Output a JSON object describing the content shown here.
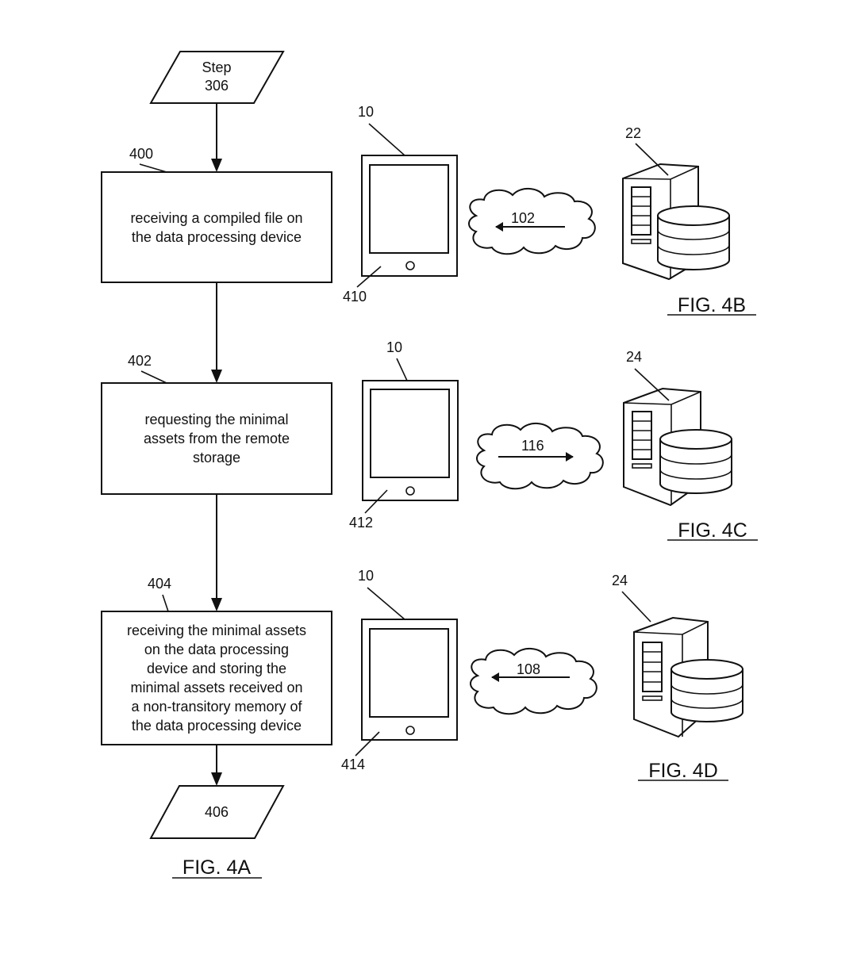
{
  "flowchart": {
    "title": "FIG. 4A",
    "start": {
      "lines": [
        "Step",
        "306"
      ]
    },
    "steps": [
      {
        "ref": "400",
        "lines": [
          "receiving a compiled file on",
          "the data processing device"
        ]
      },
      {
        "ref": "402",
        "lines": [
          "requesting the minimal",
          "assets from the remote",
          "storage"
        ]
      },
      {
        "ref": "404",
        "lines": [
          "receiving the minimal assets",
          "on the data processing",
          "device and storing the",
          "minimal assets received on",
          "a non-transitory memory of",
          "the data processing device"
        ]
      }
    ],
    "end": {
      "lines": [
        "406"
      ]
    }
  },
  "figures": [
    {
      "title": "FIG. 4B",
      "device_ref": "10",
      "screen_ref": "410",
      "network_ref": "102",
      "server_ref": "22",
      "arrow_direction": "to-device"
    },
    {
      "title": "FIG. 4C",
      "device_ref": "10",
      "screen_ref": "412",
      "network_ref": "116",
      "server_ref": "24",
      "arrow_direction": "to-server"
    },
    {
      "title": "FIG. 4D",
      "device_ref": "10",
      "screen_ref": "414",
      "network_ref": "108",
      "server_ref": "24",
      "arrow_direction": "to-device"
    }
  ]
}
